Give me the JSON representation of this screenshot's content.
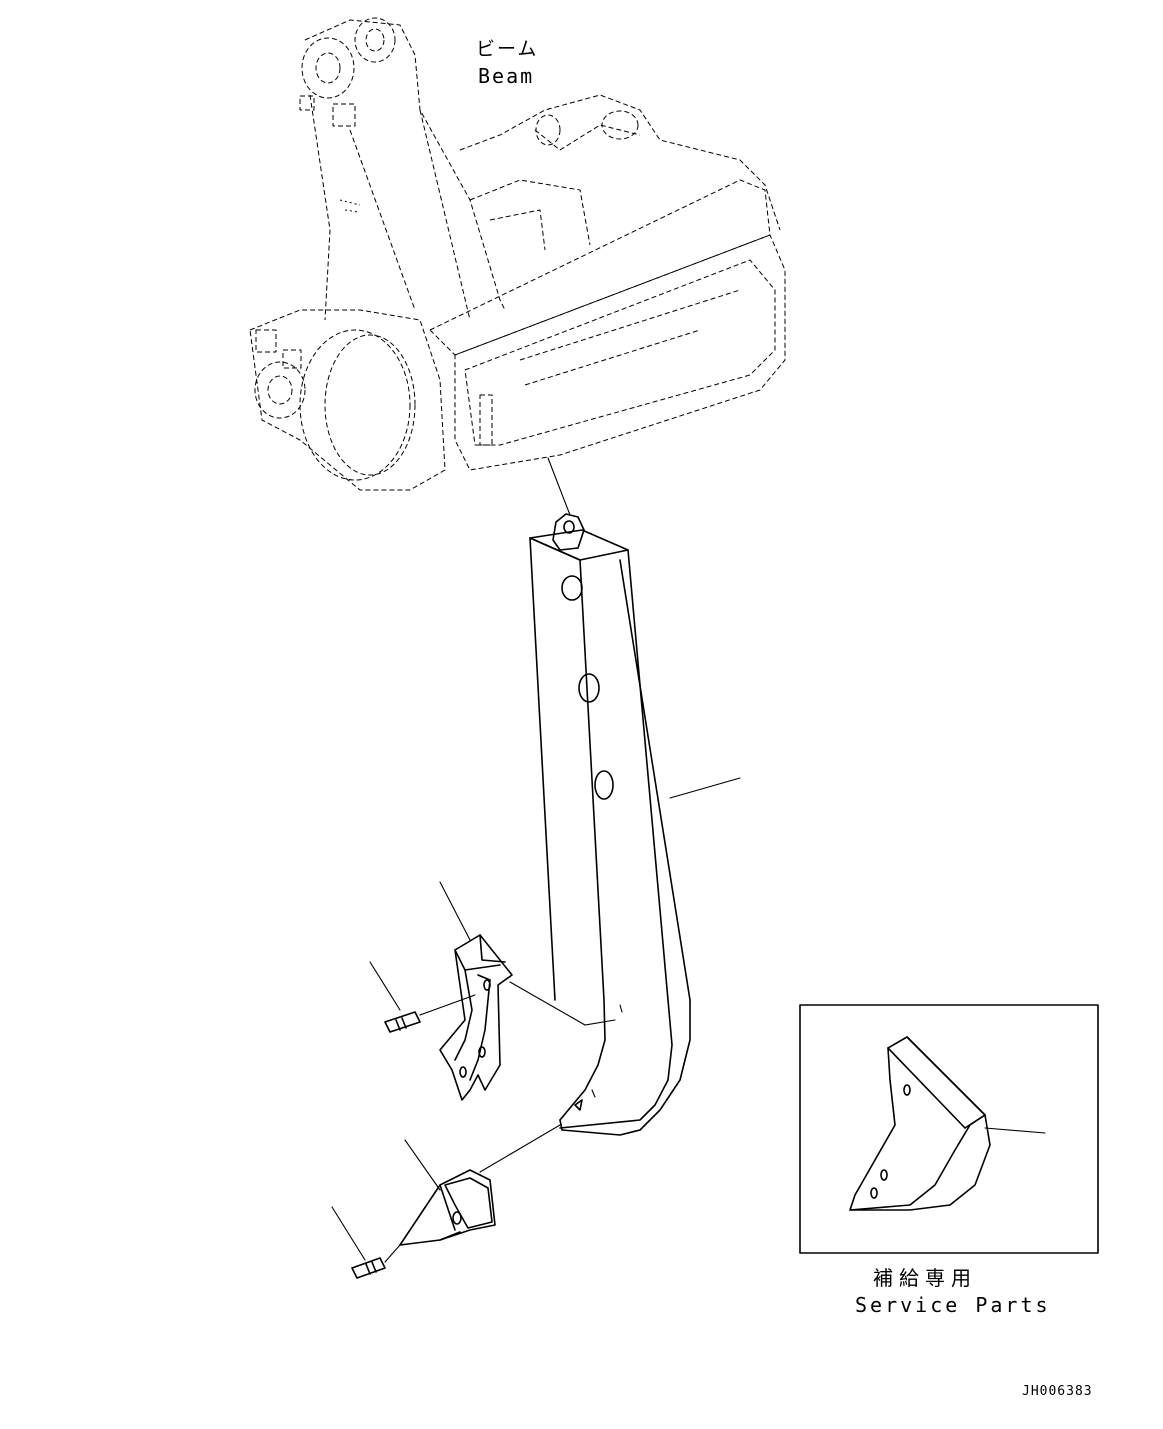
{
  "labels": {
    "beam_jp": "ビーム",
    "beam_en": "Beam",
    "service_jp": "補給専用",
    "service_en": "Service Parts",
    "drawing_code": "JH006383"
  },
  "colors": {
    "line": "#000000",
    "background": "#ffffff"
  }
}
